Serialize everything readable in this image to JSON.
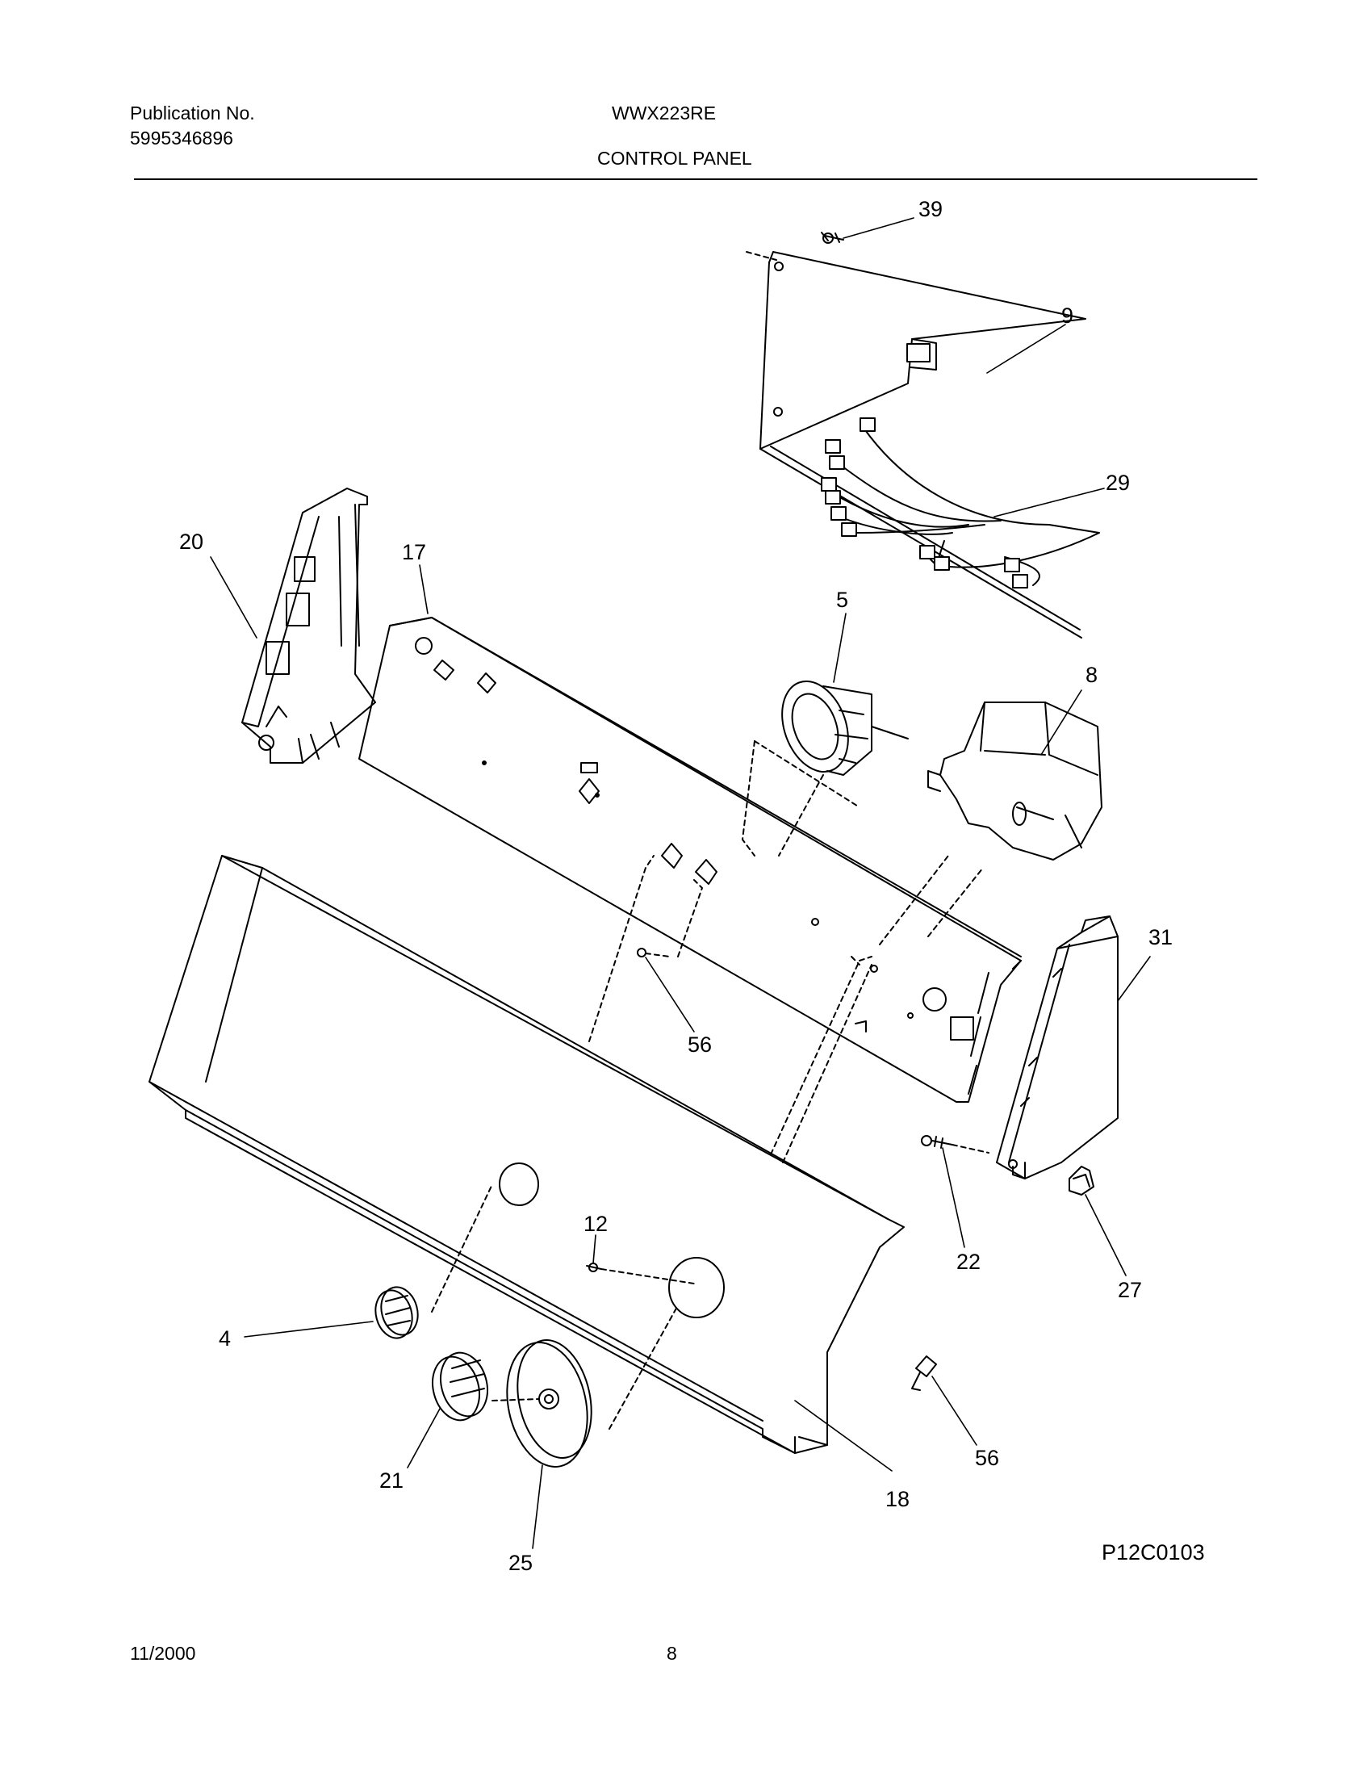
{
  "header": {
    "publication_label": "Publication No.",
    "publication_number": "5995346896",
    "model": "WWX223RE",
    "section_title": "CONTROL PANEL"
  },
  "diagram": {
    "callouts": [
      {
        "id": "39",
        "label": "39"
      },
      {
        "id": "9",
        "label": "9"
      },
      {
        "id": "29",
        "label": "29"
      },
      {
        "id": "20",
        "label": "20"
      },
      {
        "id": "17",
        "label": "17"
      },
      {
        "id": "5",
        "label": "5"
      },
      {
        "id": "8",
        "label": "8"
      },
      {
        "id": "31",
        "label": "31"
      },
      {
        "id": "56a",
        "label": "56"
      },
      {
        "id": "22",
        "label": "22"
      },
      {
        "id": "27",
        "label": "27"
      },
      {
        "id": "12",
        "label": "12"
      },
      {
        "id": "4",
        "label": "4"
      },
      {
        "id": "21",
        "label": "21"
      },
      {
        "id": "25",
        "label": "25"
      },
      {
        "id": "18",
        "label": "18"
      },
      {
        "id": "56b",
        "label": "56"
      }
    ],
    "drawing_code": "P12C0103"
  },
  "footer": {
    "date": "11/2000",
    "page_number": "8"
  }
}
